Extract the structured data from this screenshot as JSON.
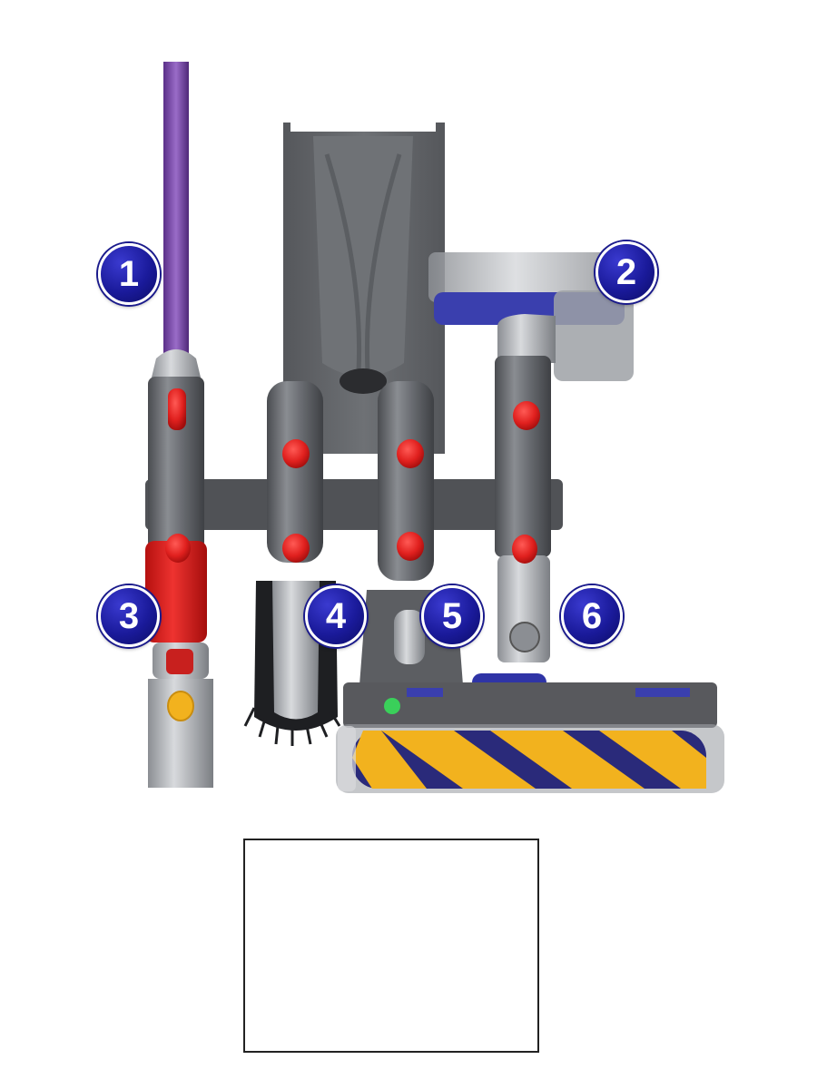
{
  "callouts": [
    {
      "number": "1"
    },
    {
      "number": "2"
    },
    {
      "number": "3"
    },
    {
      "number": "4"
    },
    {
      "number": "5"
    },
    {
      "number": "6"
    }
  ],
  "colors": {
    "holder_gray": "#5d5f63",
    "release_button_red": "#e0201e",
    "wand_purple": "#7a4aa8",
    "brush_yellow": "#f2b21e",
    "brush_navy": "#2a2a7a",
    "badge_blue": "#1a1a9a"
  },
  "inset": {
    "description_icon": "wall-mount-holder-icon"
  }
}
